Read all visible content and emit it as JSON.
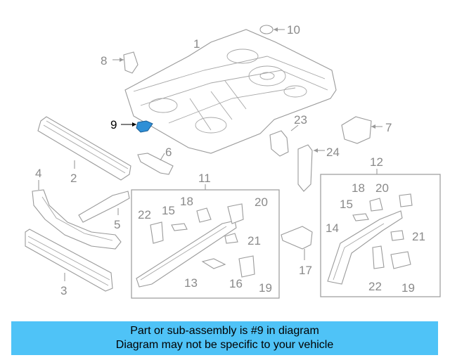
{
  "diagram": {
    "labels": {
      "p1": "1",
      "p2": "2",
      "p3": "3",
      "p4": "4",
      "p5": "5",
      "p6": "6",
      "p7": "7",
      "p8": "8",
      "p9": "9",
      "p10": "10",
      "p11": "11",
      "p12": "12",
      "p13": "13",
      "p14": "14",
      "p15a": "15",
      "p15b": "15",
      "p16": "16",
      "p17": "17",
      "p18a": "18",
      "p18b": "18",
      "p19a": "19",
      "p19b": "19",
      "p20a": "20",
      "p20b": "20",
      "p21a": "21",
      "p21b": "21",
      "p22a": "22",
      "p22b": "22",
      "p23": "23",
      "p24": "24"
    },
    "highlight_color": "#2f8fd6"
  },
  "banner": {
    "line1": "Part or sub-assembly is #9 in diagram",
    "line2": "Diagram may not be specific to your vehicle",
    "color": "#4fc3f7"
  }
}
